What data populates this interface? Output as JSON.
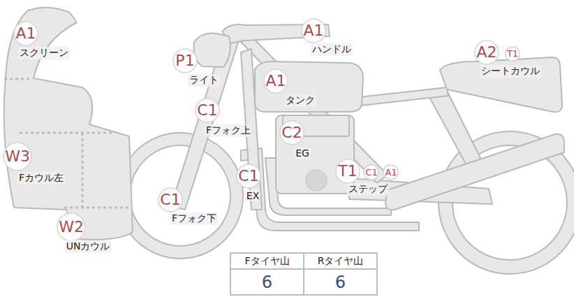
{
  "diagram": {
    "nodes": [
      {
        "text": [
          "A1",
          "スクリーン"
        ]
      },
      {
        "text": [
          "A1",
          "ハンドル"
        ]
      },
      {
        "text": [
          "P1",
          "ライト"
        ]
      },
      {
        "text": [
          "A2",
          "シートカウル"
        ]
      },
      {
        "text": [
          "T1"
        ]
      },
      {
        "text": [
          "A1",
          "タンク"
        ]
      },
      {
        "text": [
          "C1",
          "Fフォク上"
        ]
      },
      {
        "text": [
          "C2",
          "EG"
        ]
      },
      {
        "text": [
          "W3",
          "Fカウル左"
        ]
      },
      {
        "text": [
          "C1",
          "EX"
        ]
      },
      {
        "text": [
          "T1",
          "ステップ"
        ]
      },
      {
        "text": [
          "C1"
        ]
      },
      {
        "text": [
          "A1"
        ]
      },
      {
        "text": [
          "C1",
          "Fフォク下"
        ]
      },
      {
        "text": [
          "W2",
          "UNカウル"
        ]
      }
    ],
    "labels": [
      "Fタイヤ山",
      "Rタイヤ山",
      "6",
      "6"
    ]
  }
}
